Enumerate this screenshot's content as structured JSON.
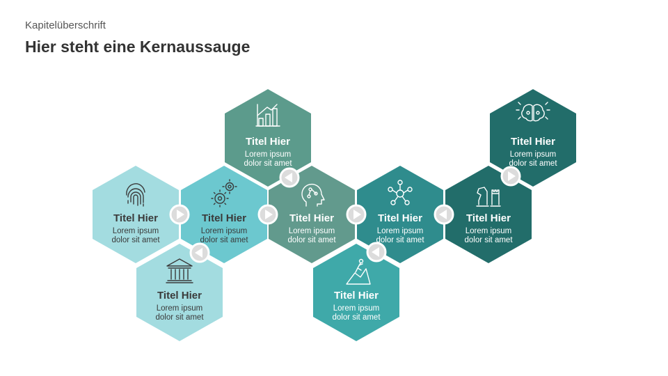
{
  "header": {
    "subtitle": "Kapitelüberschrift",
    "title": "Hier steht eine Kernaussauge"
  },
  "colors": {
    "hex1": "#a3dce0",
    "hex2": "#6cc8cf",
    "hex3": "#a3dce0",
    "hex4": "#5c9b8c",
    "hex5": "#629a8d",
    "hex6": "#3fa9a9",
    "hex7": "#2f8c8d",
    "hex8": "#226d6a",
    "hex9": "#226d6a",
    "connector_fill": "#dcdcdc",
    "connector_arrow": "#ffffff"
  },
  "hexagons": [
    {
      "title": "Titel Hier",
      "line1": "Lorem ipsum",
      "line2": "dolor sit amet",
      "icon": "fingerprint-icon"
    },
    {
      "title": "Titel Hier",
      "line1": "Lorem ipsum",
      "line2": "dolor sit amet",
      "icon": "gears-icon"
    },
    {
      "title": "Titel Hier",
      "line1": "Lorem ipsum",
      "line2": "dolor sit amet",
      "icon": "bank-icon"
    },
    {
      "title": "Titel Hier",
      "line1": "Lorem ipsum",
      "line2": "dolor sit amet",
      "icon": "bar-chart-icon"
    },
    {
      "title": "Titel Hier",
      "line1": "Lorem ipsum",
      "line2": "dolor sit amet",
      "icon": "head-brain-icon"
    },
    {
      "title": "Titel Hier",
      "line1": "Lorem ipsum",
      "line2": "dolor sit amet",
      "icon": "climber-icon"
    },
    {
      "title": "Titel Hier",
      "line1": "Lorem ipsum",
      "line2": "dolor sit amet",
      "icon": "network-icon"
    },
    {
      "title": "Titel Hier",
      "line1": "Lorem ipsum",
      "line2": "dolor sit amet",
      "icon": "chess-icon"
    },
    {
      "title": "Titel Hier",
      "line1": "Lorem ipsum",
      "line2": "dolor sit amet",
      "icon": "brain-idea-icon"
    }
  ],
  "connectors": [
    {
      "direction": "right"
    },
    {
      "direction": "right"
    },
    {
      "direction": "left"
    },
    {
      "direction": "left"
    },
    {
      "direction": "right"
    },
    {
      "direction": "left"
    },
    {
      "direction": "left"
    },
    {
      "direction": "right"
    }
  ]
}
